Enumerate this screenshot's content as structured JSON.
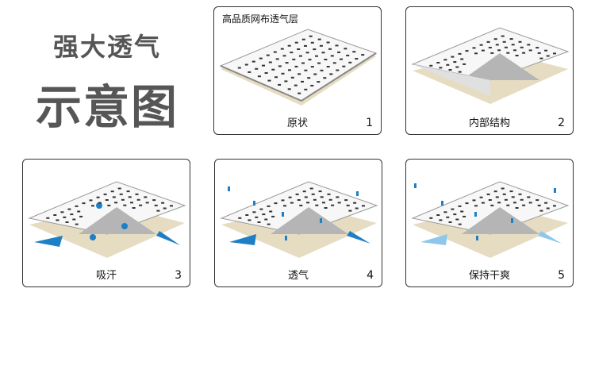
{
  "heading": {
    "line1": "强大透气",
    "line2": "示意图"
  },
  "panels": [
    {
      "label": "高品质网布透气层",
      "caption": "原状",
      "number": "1"
    },
    {
      "caption": "内部结构",
      "number": "2"
    },
    {
      "caption": "吸汗",
      "number": "3"
    },
    {
      "caption": "透气",
      "number": "4"
    },
    {
      "caption": "保持干爽",
      "number": "5"
    }
  ],
  "colors": {
    "mesh_top": "#f7f7f7",
    "mesh_holes": "#333333",
    "inner_gray": "#b5b5b5",
    "base_beige": "#e6dcc2",
    "arrow_dark_blue": "#1f7fc6",
    "arrow_light_blue": "#8ec7ec",
    "drop_blue": "#1f7fc6"
  }
}
